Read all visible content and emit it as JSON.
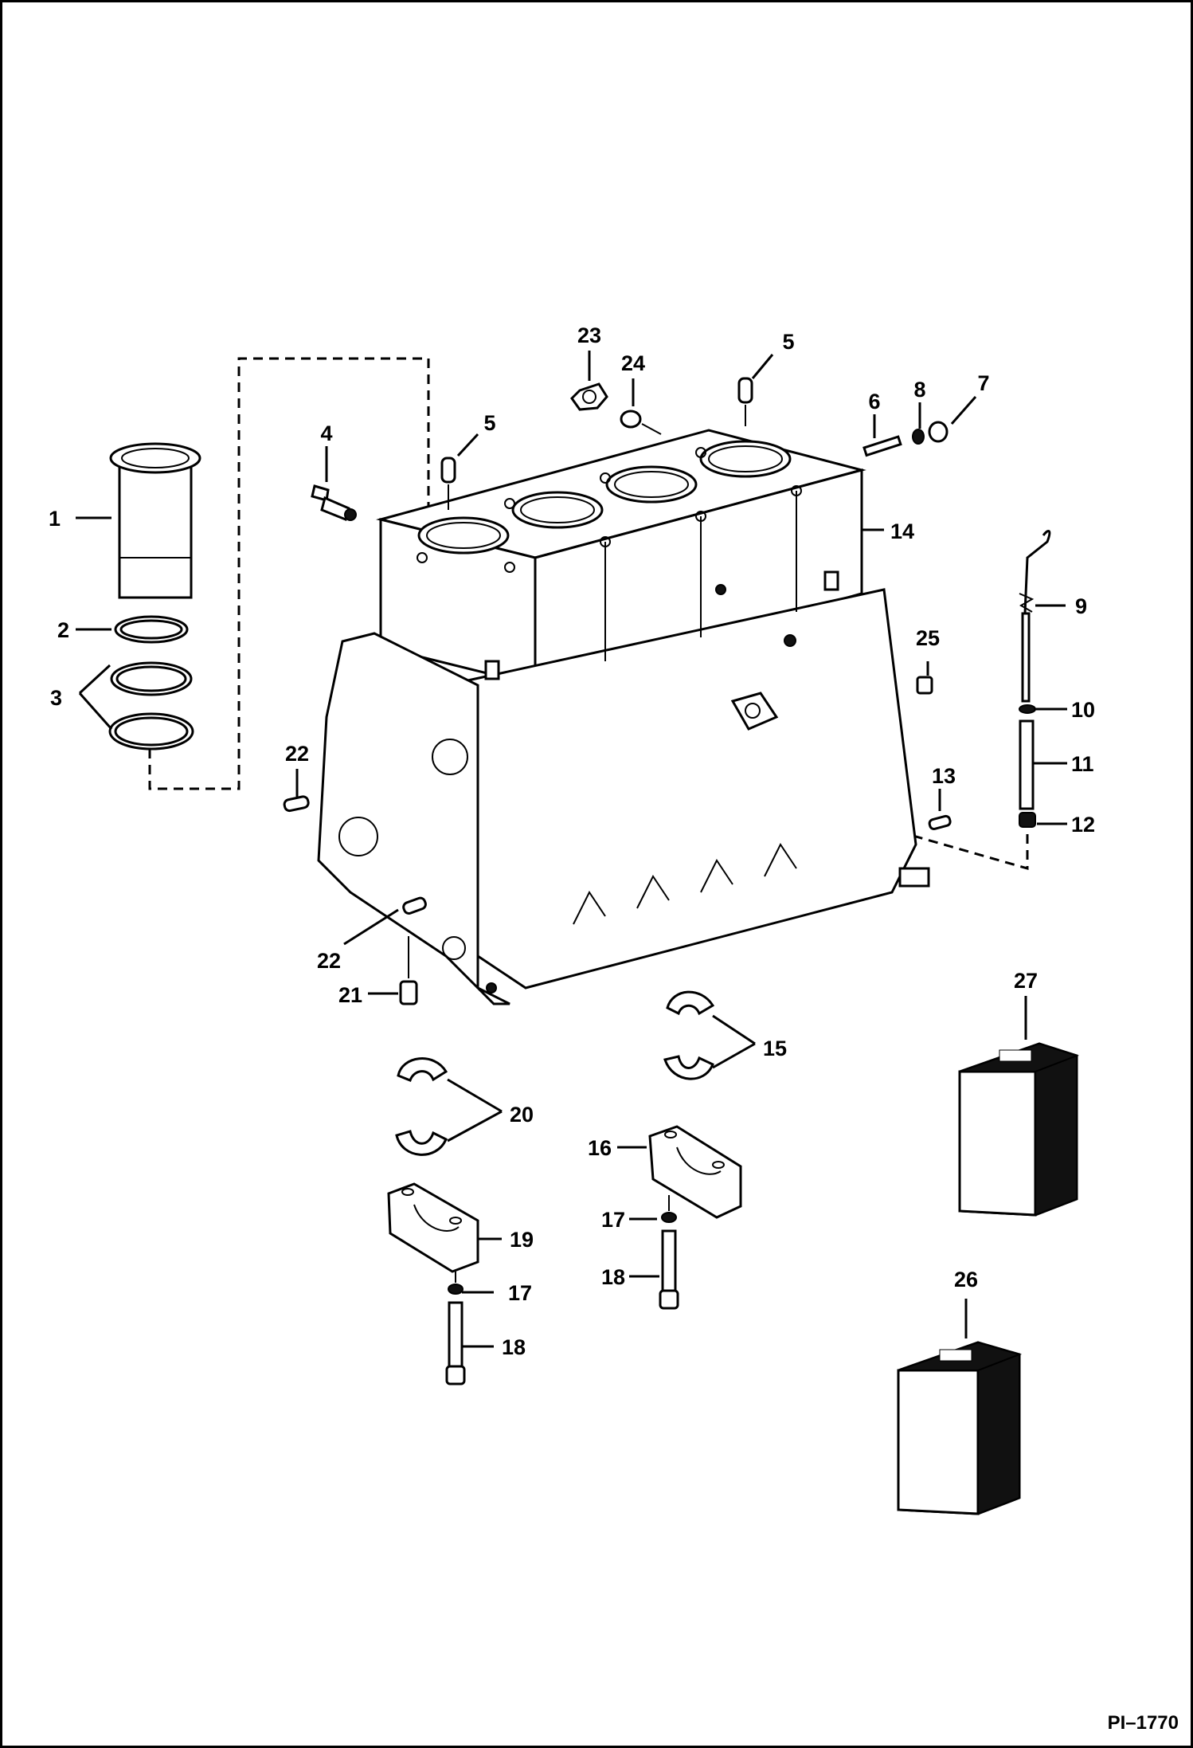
{
  "figure_ref": "PI–1770",
  "callouts": [
    {
      "id": "c1",
      "text": "1"
    },
    {
      "id": "c2",
      "text": "2"
    },
    {
      "id": "c3",
      "text": "3"
    },
    {
      "id": "c4",
      "text": "4"
    },
    {
      "id": "c5a",
      "text": "5"
    },
    {
      "id": "c5b",
      "text": "5"
    },
    {
      "id": "c6",
      "text": "6"
    },
    {
      "id": "c7",
      "text": "7"
    },
    {
      "id": "c8",
      "text": "8"
    },
    {
      "id": "c9",
      "text": "9"
    },
    {
      "id": "c10",
      "text": "10"
    },
    {
      "id": "c11",
      "text": "11"
    },
    {
      "id": "c12",
      "text": "12"
    },
    {
      "id": "c13",
      "text": "13"
    },
    {
      "id": "c14",
      "text": "14"
    },
    {
      "id": "c15",
      "text": "15"
    },
    {
      "id": "c16",
      "text": "16"
    },
    {
      "id": "c17a",
      "text": "17"
    },
    {
      "id": "c17b",
      "text": "17"
    },
    {
      "id": "c18a",
      "text": "18"
    },
    {
      "id": "c18b",
      "text": "18"
    },
    {
      "id": "c19",
      "text": "19"
    },
    {
      "id": "c20",
      "text": "20"
    },
    {
      "id": "c21",
      "text": "21"
    },
    {
      "id": "c22a",
      "text": "22"
    },
    {
      "id": "c22b",
      "text": "22"
    },
    {
      "id": "c23",
      "text": "23"
    },
    {
      "id": "c24",
      "text": "24"
    },
    {
      "id": "c25",
      "text": "25"
    },
    {
      "id": "c26",
      "text": "26"
    },
    {
      "id": "c27",
      "text": "27"
    }
  ]
}
